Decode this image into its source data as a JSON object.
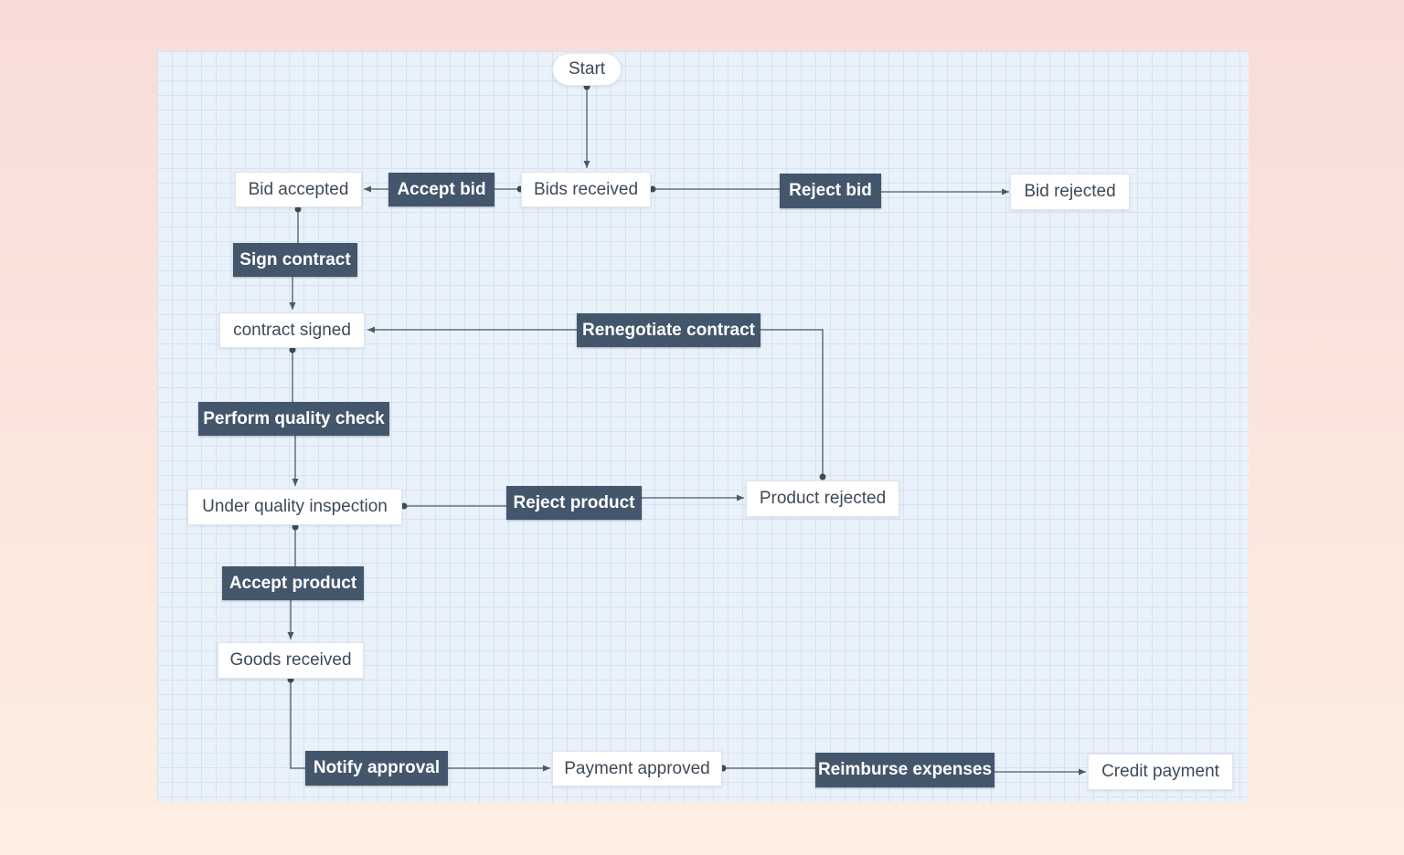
{
  "diagram": {
    "nodes": {
      "start": "Start",
      "bids_received": "Bids received",
      "accept_bid": "Accept bid",
      "bid_accepted": "Bid accepted",
      "reject_bid": "Reject bid",
      "bid_rejected": "Bid rejected",
      "sign_contract": "Sign contract",
      "contract_signed": "contract signed",
      "renegotiate_contract": "Renegotiate contract",
      "perform_quality_check": "Perform quality check",
      "under_quality_inspection": "Under quality inspection",
      "reject_product": "Reject product",
      "product_rejected": "Product rejected",
      "accept_product": "Accept product",
      "goods_received": "Goods received",
      "notify_approval": "Notify approval",
      "payment_approved": "Payment approved",
      "reimburse_expenses": "Reimburse expenses",
      "credit_payment": "Credit payment"
    },
    "colors": {
      "canvas": "#e9f2fb",
      "grid": "#d5e2ef",
      "action_fill": "#43566b",
      "state_fill": "#ffffff",
      "edge": "#4a5a6a"
    }
  }
}
